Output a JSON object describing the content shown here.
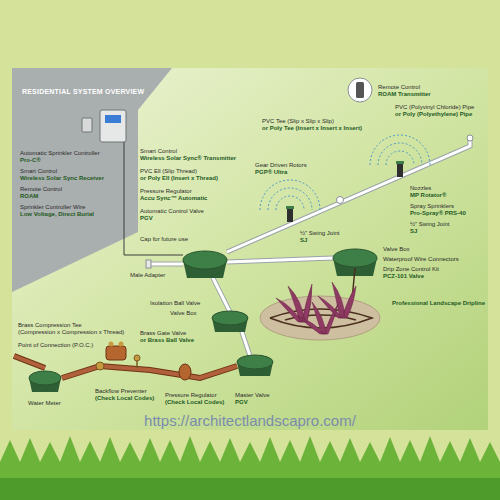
{
  "diagram": {
    "title": "RESIDENTIAL SYSTEM OVERVIEW",
    "labels": [
      "Automatic Sprinkler Controller",
      "Pro-C®",
      "Smart Control",
      "Wireless Solar Sync Receiver",
      "Remote Control",
      "ROAM",
      "Sprinkler Controller Wire",
      "Low Voltage, Direct Burial",
      "Smart Control",
      "Wireless Solar Sync® Transmitter",
      "PVC Ell (Slip Thread)",
      "or Poly Ell (Insert x Thread)",
      "Pressure Regulator",
      "Accu Sync™ Automatic",
      "Automatic Control Valve",
      "PGV",
      "Cap for future use",
      "Male Adapter",
      "Gear Driven Rotors",
      "PGP® Ultra",
      "½\" Swing Joint",
      "SJ",
      "Remote Control",
      "ROAM Transmitter",
      "PVC Tee (Slip x Slip x Slip)",
      "or Poly Tee (Insert x Insert x Insert)",
      "PVC (Polyvinyl Chloride) Pipe",
      "or Poly (Polyethylene) Pipe",
      "Nozzles",
      "MP Rotator®",
      "Spray Sprinklers",
      "Pro-Spray® PRS-40",
      "½\" Swing Joint",
      "SJ",
      "Valve Box",
      "Waterproof Wire Connectors",
      "Drip Zone Control Kit",
      "PCZ-101 Valve",
      "Professional Landscape Dripline",
      "Isolation Ball Valve",
      "Valve Box",
      "Brass Compression Tee",
      "(Compression x Compression x Thread)",
      "Point of Connection (P.O.C.)",
      "Brass Gate Valve",
      "or Brass Ball Valve",
      "Backflow Preventer",
      "(Check Local Codes)",
      "Pressure Regulator",
      "(Check Local Codes)",
      "Master Valve",
      "PGV",
      "Water Meter",
      "https://architectlandscapro.com/"
    ]
  }
}
